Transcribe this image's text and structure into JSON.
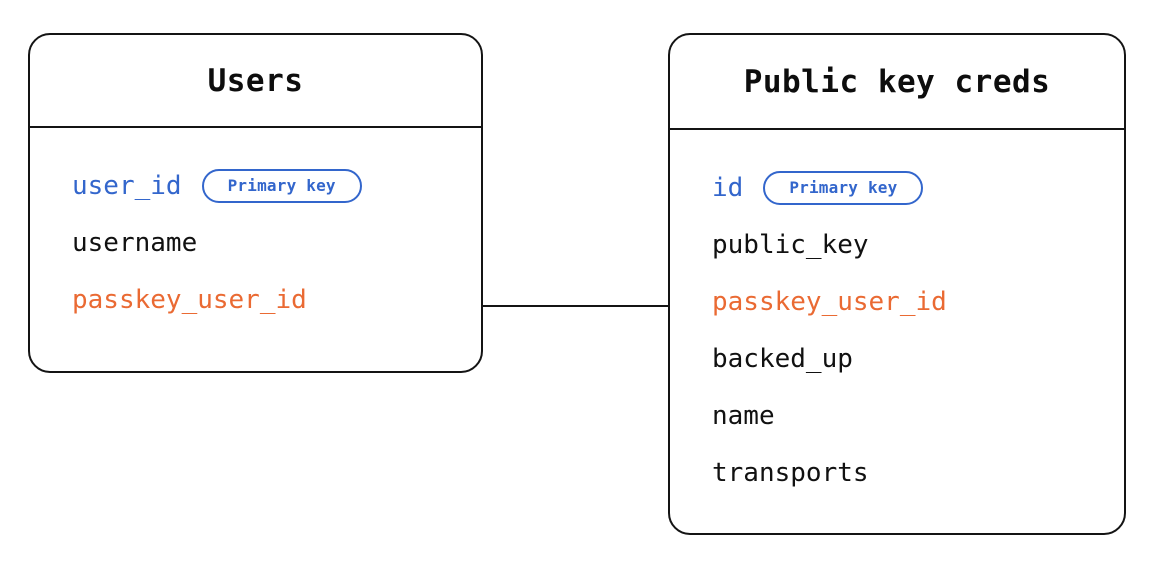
{
  "diagram": {
    "type": "entity-relationship-diagram",
    "background_color": "#ffffff",
    "colors": {
      "border": "#141414",
      "text": "#111111",
      "primary_key": "#3366cc",
      "foreign_key": "#ea6a33"
    },
    "entities": [
      {
        "id": "users",
        "title": "Users",
        "fields": [
          {
            "name": "user_id",
            "role": "primary_key",
            "badge": "Primary key"
          },
          {
            "name": "username",
            "role": "normal",
            "badge": null
          },
          {
            "name": "passkey_user_id",
            "role": "foreign_key",
            "badge": null
          }
        ]
      },
      {
        "id": "public_key_creds",
        "title": "Public key creds",
        "fields": [
          {
            "name": "id",
            "role": "primary_key",
            "badge": "Primary key"
          },
          {
            "name": "public_key",
            "role": "normal",
            "badge": null
          },
          {
            "name": "passkey_user_id",
            "role": "foreign_key",
            "badge": null
          },
          {
            "name": "backed_up",
            "role": "normal",
            "badge": null
          },
          {
            "name": "name",
            "role": "normal",
            "badge": null
          },
          {
            "name": "transports",
            "role": "normal",
            "badge": null
          }
        ]
      }
    ],
    "relationships": [
      {
        "from_entity": "users",
        "from_field": "passkey_user_id",
        "to_entity": "public_key_creds",
        "to_field": "passkey_user_id",
        "style": "solid-line"
      }
    ]
  }
}
